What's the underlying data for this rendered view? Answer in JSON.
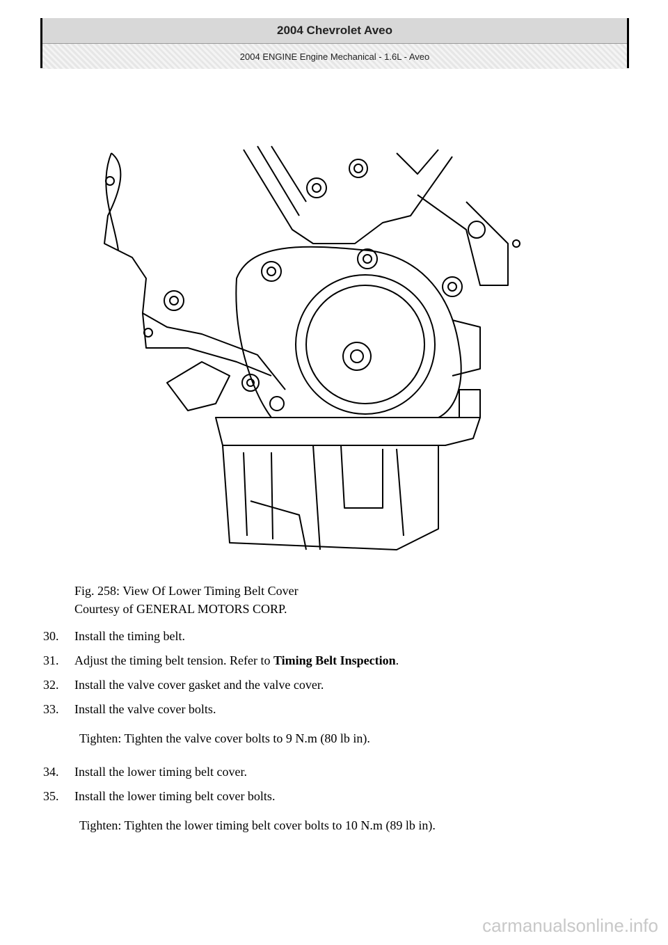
{
  "header": {
    "title": "2004 Chevrolet Aveo",
    "subtitle": "2004 ENGINE Engine Mechanical - 1.6L - Aveo"
  },
  "figure": {
    "caption_line1": "Fig. 258: View Of Lower Timing Belt Cover",
    "caption_line2": "Courtesy of GENERAL MOTORS CORP."
  },
  "steps": [
    {
      "num": "30.",
      "text": "Install the timing belt."
    },
    {
      "num": "31.",
      "text": "Adjust the timing belt tension. Refer to ",
      "link": "Timing Belt Inspection",
      "after": "."
    },
    {
      "num": "32.",
      "text": "Install the valve cover gasket and the valve cover."
    },
    {
      "num": "33.",
      "text": "Install the valve cover bolts."
    },
    {
      "num": "34.",
      "text": "Install the lower timing belt cover."
    },
    {
      "num": "35.",
      "text": "Install the lower timing belt cover bolts."
    }
  ],
  "tighten": [
    {
      "label": "Tighten:",
      "text": " Tighten the valve cover bolts to 9 N.m (80 lb in)."
    },
    {
      "label": "Tighten:",
      "text": " Tighten the lower timing belt cover bolts to 10 N.m (89 lb in)."
    }
  ],
  "footer": {
    "watermark": "carmanualsonline.info"
  }
}
